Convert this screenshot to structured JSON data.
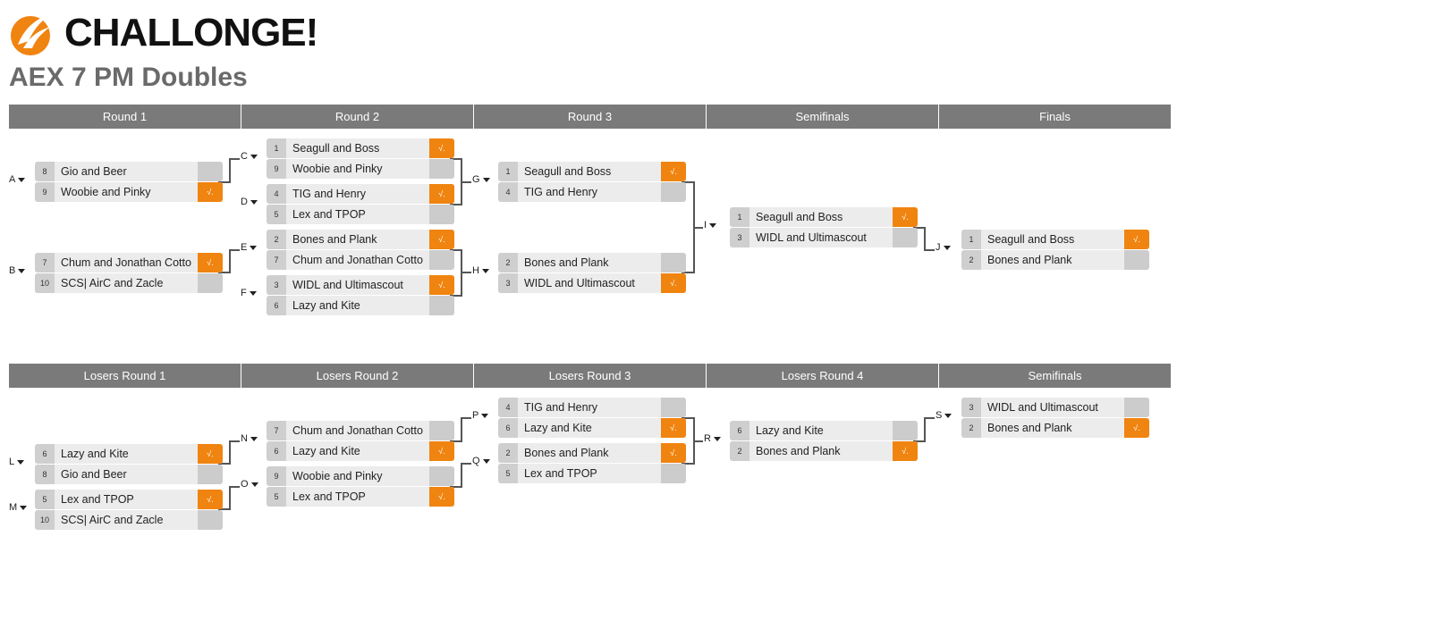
{
  "brand": {
    "name": "CHALLONGE!",
    "accent": "#f08410"
  },
  "tournament": {
    "title": "AEX 7 PM Doubles"
  },
  "winners_rounds": [
    "Round 1",
    "Round 2",
    "Round 3",
    "Semifinals",
    "Finals"
  ],
  "losers_rounds": [
    "Losers Round 1",
    "Losers Round 2",
    "Losers Round 3",
    "Losers Round 4",
    "Semifinals"
  ],
  "check_glyph": "√.",
  "matches": [
    {
      "id": "A",
      "top": {
        "seed": "8",
        "name": "Gio and Beer",
        "win": false
      },
      "bottom": {
        "seed": "9",
        "name": "Woobie and Pinky",
        "win": true
      }
    },
    {
      "id": "B",
      "top": {
        "seed": "7",
        "name": "Chum and Jonathan Cotto",
        "win": true
      },
      "bottom": {
        "seed": "10",
        "name": "SCS| AirC and Zacle",
        "win": false
      }
    },
    {
      "id": "C",
      "top": {
        "seed": "1",
        "name": "Seagull and Boss",
        "win": true
      },
      "bottom": {
        "seed": "9",
        "name": "Woobie and Pinky",
        "win": false
      }
    },
    {
      "id": "D",
      "top": {
        "seed": "4",
        "name": "TIG and Henry",
        "win": true
      },
      "bottom": {
        "seed": "5",
        "name": "Lex and TPOP",
        "win": false
      }
    },
    {
      "id": "E",
      "top": {
        "seed": "2",
        "name": "Bones and Plank",
        "win": true
      },
      "bottom": {
        "seed": "7",
        "name": "Chum and Jonathan Cotto",
        "win": false
      }
    },
    {
      "id": "F",
      "top": {
        "seed": "3",
        "name": "WIDL and Ultimascout",
        "win": true
      },
      "bottom": {
        "seed": "6",
        "name": "Lazy and Kite",
        "win": false
      }
    },
    {
      "id": "G",
      "top": {
        "seed": "1",
        "name": "Seagull and Boss",
        "win": true
      },
      "bottom": {
        "seed": "4",
        "name": "TIG and Henry",
        "win": false
      }
    },
    {
      "id": "H",
      "top": {
        "seed": "2",
        "name": "Bones and Plank",
        "win": false
      },
      "bottom": {
        "seed": "3",
        "name": "WIDL and Ultimascout",
        "win": true
      }
    },
    {
      "id": "I",
      "top": {
        "seed": "1",
        "name": "Seagull and Boss",
        "win": true
      },
      "bottom": {
        "seed": "3",
        "name": "WIDL and Ultimascout",
        "win": false
      }
    },
    {
      "id": "J",
      "top": {
        "seed": "1",
        "name": "Seagull and Boss",
        "win": true
      },
      "bottom": {
        "seed": "2",
        "name": "Bones and Plank",
        "win": false
      }
    },
    {
      "id": "L",
      "top": {
        "seed": "6",
        "name": "Lazy and Kite",
        "win": true
      },
      "bottom": {
        "seed": "8",
        "name": "Gio and Beer",
        "win": false
      }
    },
    {
      "id": "M",
      "top": {
        "seed": "5",
        "name": "Lex and TPOP",
        "win": true
      },
      "bottom": {
        "seed": "10",
        "name": "SCS| AirC and Zacle",
        "win": false
      }
    },
    {
      "id": "N",
      "top": {
        "seed": "7",
        "name": "Chum and Jonathan Cotto",
        "win": false
      },
      "bottom": {
        "seed": "6",
        "name": "Lazy and Kite",
        "win": true
      }
    },
    {
      "id": "O",
      "top": {
        "seed": "9",
        "name": "Woobie and Pinky",
        "win": false
      },
      "bottom": {
        "seed": "5",
        "name": "Lex and TPOP",
        "win": true
      }
    },
    {
      "id": "P",
      "top": {
        "seed": "4",
        "name": "TIG and Henry",
        "win": false
      },
      "bottom": {
        "seed": "6",
        "name": "Lazy and Kite",
        "win": true
      }
    },
    {
      "id": "Q",
      "top": {
        "seed": "2",
        "name": "Bones and Plank",
        "win": true
      },
      "bottom": {
        "seed": "5",
        "name": "Lex and TPOP",
        "win": false
      }
    },
    {
      "id": "R",
      "top": {
        "seed": "6",
        "name": "Lazy and Kite",
        "win": false
      },
      "bottom": {
        "seed": "2",
        "name": "Bones and Plank",
        "win": true
      }
    },
    {
      "id": "S",
      "top": {
        "seed": "3",
        "name": "WIDL and Ultimascout",
        "win": false
      },
      "bottom": {
        "seed": "2",
        "name": "Bones and Plank",
        "win": true
      }
    }
  ]
}
